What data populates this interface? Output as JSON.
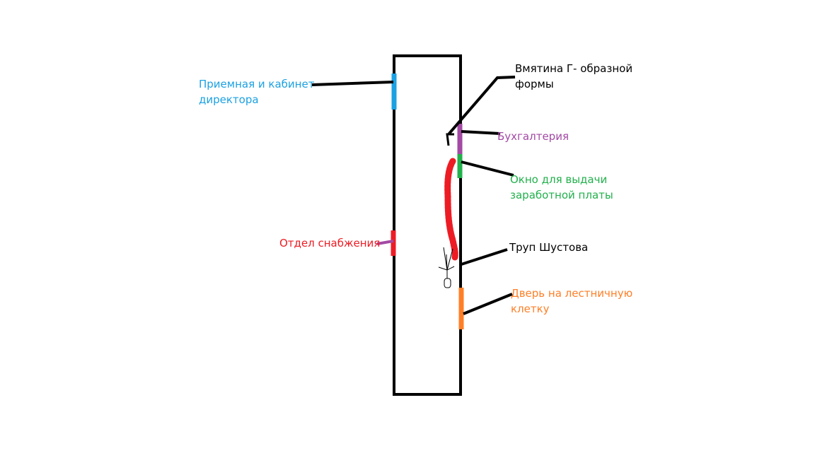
{
  "labels": {
    "reception": {
      "lines": [
        "Приемная и кабинет",
        "директора"
      ],
      "color": "#1ba1e2"
    },
    "dent": {
      "lines": [
        "Вмятина Г- образной",
        "формы"
      ],
      "color": "#000000"
    },
    "accounting": {
      "lines": [
        "Бухгалтерия"
      ],
      "color": "#a349a4"
    },
    "salary_window": {
      "lines": [
        "Окно для выдачи",
        "заработной платы"
      ],
      "color": "#22b14c"
    },
    "supply_dept": {
      "lines": [
        "Отдел снабжения"
      ],
      "color": "#ed1c24"
    },
    "body": {
      "lines": [
        "Труп Шустова"
      ],
      "color": "#000000"
    },
    "stair_door": {
      "lines": [
        "Дверь на лестничную",
        "клетку"
      ],
      "color": "#ff7f27"
    }
  },
  "marks": {
    "corridor_outline_color": "#000000",
    "blood_trail_color": "#ed1c24"
  }
}
